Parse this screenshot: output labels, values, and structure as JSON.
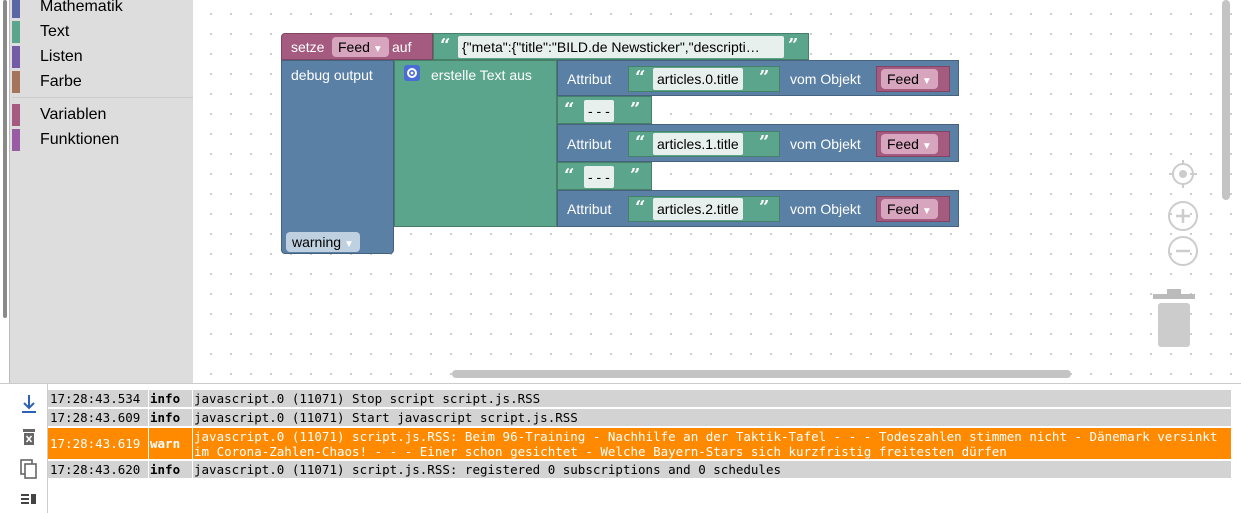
{
  "toolbox": {
    "items": [
      {
        "label": "Mathematik",
        "color": "#5b67a5"
      },
      {
        "label": "Text",
        "color": "#5ba58c"
      },
      {
        "label": "Listen",
        "color": "#745ba5"
      },
      {
        "label": "Farbe",
        "color": "#a5745b"
      },
      {
        "label": "Variablen",
        "color": "#a55b80"
      },
      {
        "label": "Funktionen",
        "color": "#995ba5"
      }
    ]
  },
  "blocks": {
    "set_label": "setze",
    "set_var": "Feed",
    "set_to": "auf",
    "set_value": "{\"meta\":{\"title\":\"BILD.de Newsticker\",\"descripti…",
    "debug_label": "debug output",
    "debug_level": "warning",
    "join_label": "erstelle Text aus",
    "attr_label": "Attribut",
    "from_obj_label": "vom Objekt",
    "obj_var": "Feed",
    "attrs": [
      "articles.0.title",
      "articles.1.title",
      "articles.2.title"
    ],
    "separator": "- - -"
  },
  "log": {
    "rows": [
      {
        "time": "17:28:43.534",
        "severity": "info",
        "message": "javascript.0 (11071) Stop script script.js.RSS"
      },
      {
        "time": "17:28:43.609",
        "severity": "info",
        "message": "javascript.0 (11071) Start javascript script.js.RSS"
      },
      {
        "time": "17:28:43.619",
        "severity": "warn",
        "message": "javascript.0 (11071) script.js.RSS: Beim 96-Training - Nachhilfe an der Taktik-Tafel - - - Todeszahlen stimmen nicht - Dänemark versinkt im Corona-Zahlen-Chaos! - - - Einer schon gesichtet - Welche Bayern-Stars sich kurzfristig freitesten dürfen"
      },
      {
        "time": "17:28:43.620",
        "severity": "info",
        "message": "javascript.0 (11071) script.js.RSS: registered 0 subscriptions and 0 schedules"
      }
    ]
  },
  "icons": [
    "scroll-to-bottom-icon",
    "delete-log-icon",
    "copy-icon",
    "toggle-log-icon",
    "recenter-icon",
    "zoom-in-icon",
    "zoom-out-icon",
    "trash-icon",
    "gear-icon"
  ]
}
